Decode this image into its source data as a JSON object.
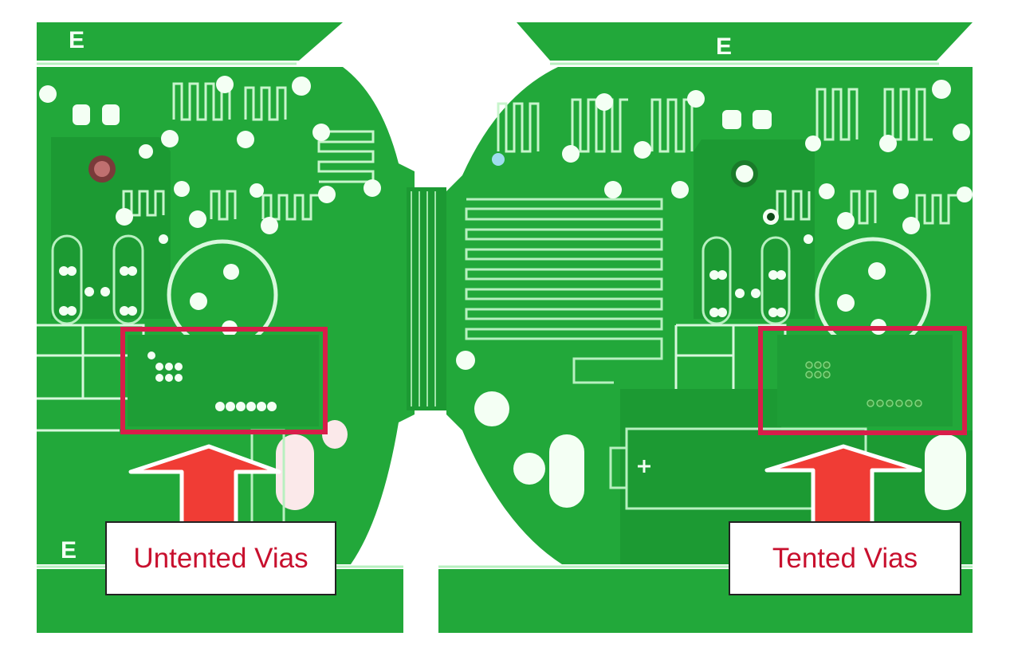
{
  "labels": {
    "untented": "Untented Vias",
    "tented": "Tented Vias"
  },
  "silkscreen_marks": {
    "top_left": "E",
    "top_right": "E",
    "bottom_left": "E"
  },
  "colors": {
    "background": "#ffffff",
    "board_green": "#22a83a",
    "board_dark": "#148a2a",
    "trace_light": "#b8f0c0",
    "pad_white": "#f4fff4",
    "highlight_red": "#d81e4a",
    "arrow_red": "#f03c35",
    "arrow_outline": "#ffffff",
    "label_text": "#c8102e"
  }
}
